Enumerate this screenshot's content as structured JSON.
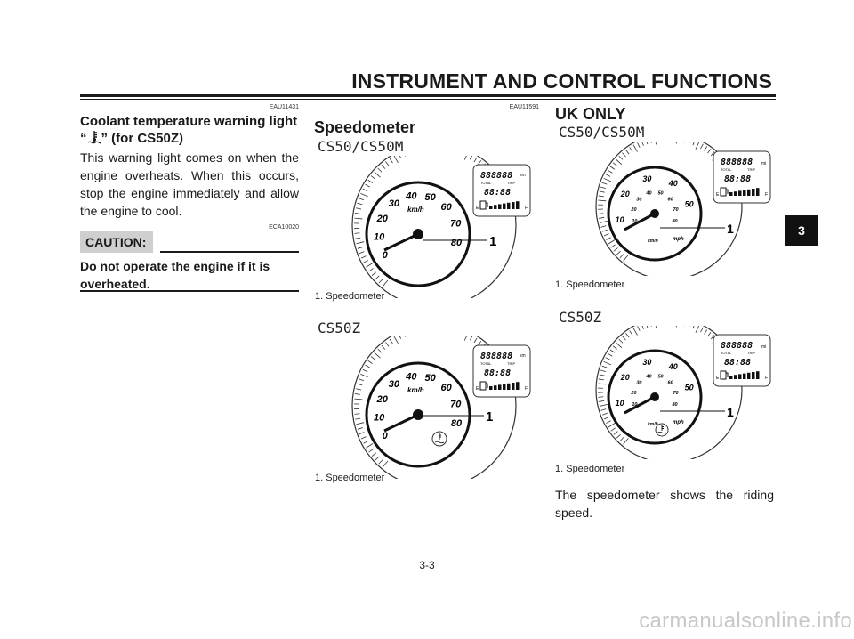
{
  "header": {
    "title": "INSTRUMENT AND CONTROL FUNCTIONS",
    "chapter": "3"
  },
  "coolant": {
    "code": "EAU11431",
    "heading_line1": "Coolant temperature warning light",
    "heading_quote_open": "“",
    "heading_quote_close": "” (for CS50Z)",
    "icon": "coolant-temperature-icon",
    "body": "This warning light comes on when the engine overheats. When this occurs, stop the engine immediately and allow the engine to cool."
  },
  "caution": {
    "code": "ECA10020",
    "label": "CAUTION:",
    "text": "Do not operate the engine if it is overheated."
  },
  "speedometer": {
    "code": "EAU11591",
    "heading": "Speedometer",
    "figures": [
      {
        "model": "CS50/CS50M",
        "callout": "1",
        "caption": "1. Speedometer",
        "ticks": [
          "0",
          "10",
          "20",
          "30",
          "40",
          "50",
          "60",
          "70",
          "80"
        ],
        "unit": "km/h",
        "odometer": "888888",
        "odometer_unit": "km",
        "total": "TOTAL",
        "trip": "TRIP",
        "clock": "88:88",
        "fuel_e": "E",
        "fuel_f": "F"
      },
      {
        "model": "CS50Z",
        "callout": "1",
        "caption": "1. Speedometer",
        "ticks": [
          "0",
          "10",
          "20",
          "30",
          "40",
          "50",
          "60",
          "70",
          "80"
        ],
        "unit": "km/h",
        "odometer": "888888",
        "odometer_unit": "km",
        "total": "TOTAL",
        "trip": "TRIP",
        "clock": "88:88",
        "fuel_e": "E",
        "fuel_f": "F"
      }
    ]
  },
  "uk": {
    "heading": "UK ONLY",
    "figures": [
      {
        "model": "CS50/CS50M",
        "callout": "1",
        "caption": "1. Speedometer",
        "outer": [
          "10",
          "20",
          "30",
          "40",
          "50"
        ],
        "inner": [
          "10",
          "20",
          "30",
          "40",
          "50",
          "60",
          "70",
          "80"
        ],
        "unit_inner": "km/h",
        "unit_outer": "mph",
        "odometer": "888888",
        "odometer_unit": "mi",
        "total": "TOTAL",
        "trip": "TRIP",
        "clock": "88:88",
        "fuel_e": "E",
        "fuel_f": "F"
      },
      {
        "model": "CS50Z",
        "callout": "1",
        "caption": "1. Speedometer",
        "outer": [
          "10",
          "20",
          "30",
          "40",
          "50"
        ],
        "inner": [
          "10",
          "20",
          "30",
          "40",
          "50",
          "60",
          "70",
          "80"
        ],
        "unit_inner": "km/h",
        "unit_outer": "mph",
        "odometer": "888888",
        "odometer_unit": "mi",
        "total": "TOTAL",
        "trip": "TRIP",
        "clock": "88:88",
        "fuel_e": "E",
        "fuel_f": "F"
      }
    ],
    "description": "The speedometer shows the riding speed."
  },
  "footer": {
    "page": "3-3",
    "watermark": "carmanualsonline.info"
  }
}
